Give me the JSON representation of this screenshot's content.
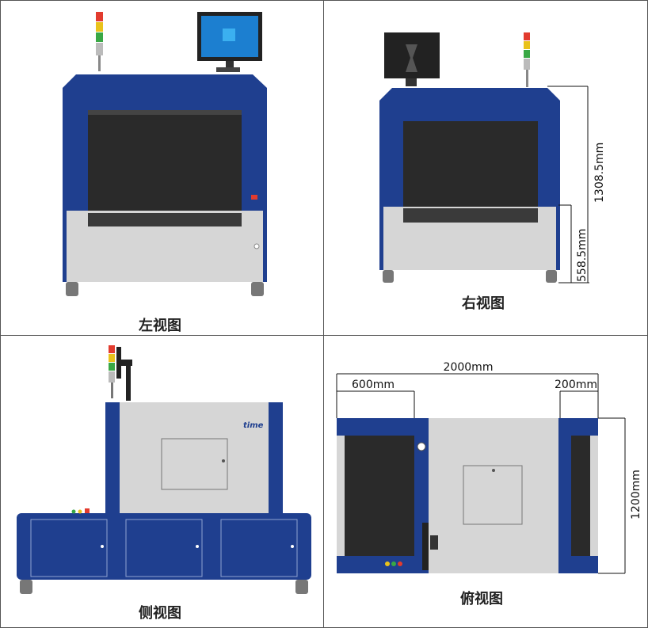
{
  "panels": [
    {
      "caption": "左视图"
    },
    {
      "caption": "右视图",
      "dims": {
        "overall_height": "1308.5mm",
        "table_height": "558.5mm"
      }
    },
    {
      "caption": "侧视图",
      "logo": "time"
    },
    {
      "caption": "俯视图",
      "dims": {
        "total_length": "2000mm",
        "left_section": "600mm",
        "right_section": "200mm",
        "width": "1200mm"
      }
    }
  ],
  "colors": {
    "frame_blue": "#1f3f8f",
    "frame_blue_dark": "#142c6b",
    "cover_grey": "#d6d6d6",
    "opening_dark": "#2a2a2a",
    "belt_dark": "#3a3a3a",
    "tower_red": "#e23b2e",
    "tower_yellow": "#e9c21b",
    "tower_green": "#39a845"
  }
}
